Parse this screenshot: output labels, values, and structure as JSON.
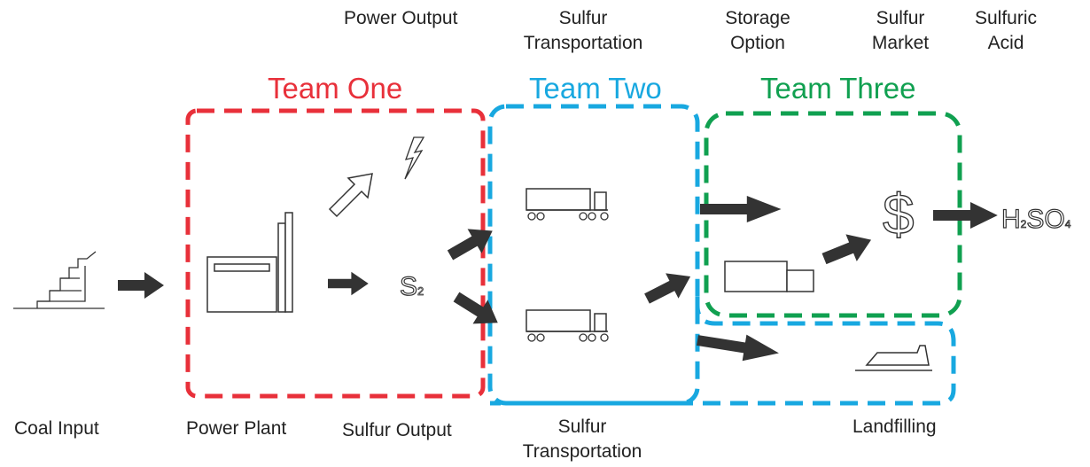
{
  "top_labels": {
    "power_output": "Power Output",
    "sulfur_transportation_1": "Sulfur",
    "sulfur_transportation_2": "Transportation",
    "storage_option_1": "Storage",
    "storage_option_2": "Option",
    "sulfur_market_1": "Sulfur",
    "sulfur_market_2": "Market",
    "sulfuric_acid_1": "Sulfuric",
    "sulfuric_acid_2": "Acid"
  },
  "teams": {
    "one": {
      "label": "Team One",
      "color": "#e8303a"
    },
    "two": {
      "label": "Team Two",
      "color": "#18a8e0"
    },
    "three": {
      "label": "Team Three",
      "color": "#10a050"
    }
  },
  "bottom_labels": {
    "coal_input": "Coal Input",
    "power_plant": "Power Plant",
    "sulfur_output": "Sulfur Output",
    "sulfur_transportation_1": "Sulfur",
    "sulfur_transportation_2": "Transportation",
    "landfilling": "Landfilling"
  },
  "symbols": {
    "sulfur": "S",
    "sulfur_sub": "2",
    "dollar": "$",
    "acid_h": "H",
    "acid_h_sub": "2",
    "acid_so": "SO",
    "acid_o_sub": "4"
  },
  "colors": {
    "arrow": "#333333",
    "icon_stroke": "#333333"
  }
}
